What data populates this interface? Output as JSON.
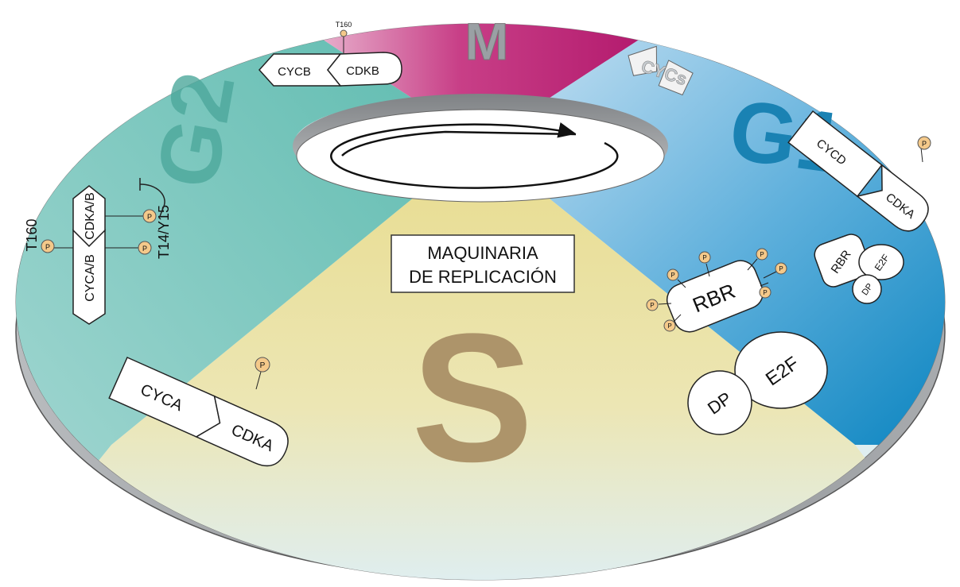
{
  "phases": {
    "m": "M",
    "g1": "G1",
    "s": "S",
    "g2": "G2"
  },
  "colors": {
    "m": "#b2156a",
    "g1": "#1589c0",
    "s": "#e6dc98",
    "g2": "#67c0b3",
    "s_letter": "#b0976c",
    "phospho": "#f4c98a"
  },
  "complexes": {
    "m_cycb": "CYCB",
    "m_cdkb": "CDKB",
    "m_t160": "T160",
    "m_logo": "CYCs",
    "g2_cyca_b": "CYCA/B",
    "g2_cdka_b": "CDKA/B",
    "g2_t160": "T160",
    "g2_t14y15": "T14/Y15",
    "s_cyca": "CYCA",
    "s_cdka": "CDKA",
    "g1_cycd": "CYCD",
    "g1_cdka": "CDKA",
    "rbr_free": "RBR",
    "dp_free": "DP",
    "e2f_free": "E2F",
    "rbr_bound": "RBR",
    "dp_bound": "DP",
    "e2f_bound": "E2F",
    "phospho": "P"
  },
  "machinery": {
    "line1": "MAQUINARIA",
    "line2": "DE REPLICACIÓN"
  }
}
